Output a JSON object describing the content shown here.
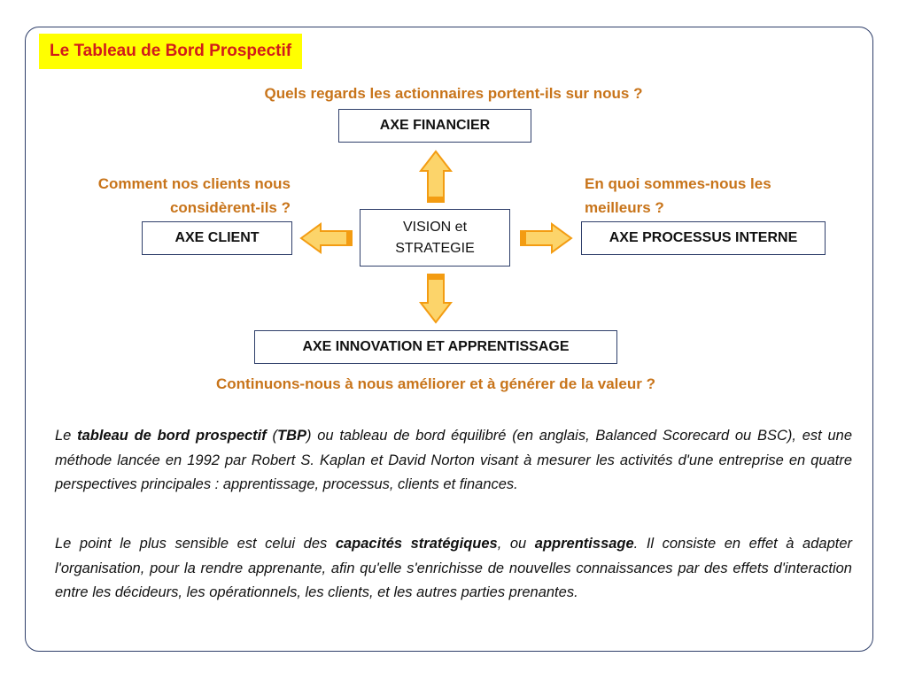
{
  "title": "Le Tableau de Bord Prospectif",
  "questions": {
    "top": "Quels regards les actionnaires portent-ils sur nous ?",
    "left": "Comment nos clients nous considèrent-ils ?",
    "right": "En quoi sommes-nous les meilleurs ?",
    "bottom": "Continuons-nous à nous améliorer et à générer de la valeur ?"
  },
  "boxes": {
    "financier": "AXE FINANCIER",
    "client": "AXE CLIENT",
    "vision": "VISION et STRATEGIE",
    "processus": "AXE PROCESSUS INTERNE",
    "innovation": "AXE INNOVATION ET APPRENTISSAGE"
  },
  "paragraph1": {
    "t1": "Le ",
    "b1": "tableau de bord prospectif",
    "t2": " (",
    "b2": "TBP",
    "t3": ") ou tableau de bord équilibré (en anglais, Balanced Scorecard ou BSC), est une méthode lancée en 1992 par Robert S. Kaplan et David Norton visant à mesurer les activités d'une entreprise en quatre perspectives principales : apprentissage, processus, clients et finances."
  },
  "paragraph2": {
    "t1": "Le point le plus sensible est celui des ",
    "b1": "capacités stratégiques",
    "t2": ", ou ",
    "b2": "apprentissage",
    "t3": ". Il consiste en effet à adapter l'organisation, pour la rendre apprenante, afin qu'elle s'enrichisse de nouvelles connaissances par des effets d'interaction entre les décideurs, les opérationnels, les clients, et les autres parties prenantes."
  },
  "colors": {
    "title_bg": "#ffff00",
    "title_text": "#d11b1b",
    "question_text": "#c8741a",
    "arrow_fill": "#fcd46a",
    "arrow_stroke": "#f39c12",
    "border": "#2f3f6a"
  }
}
